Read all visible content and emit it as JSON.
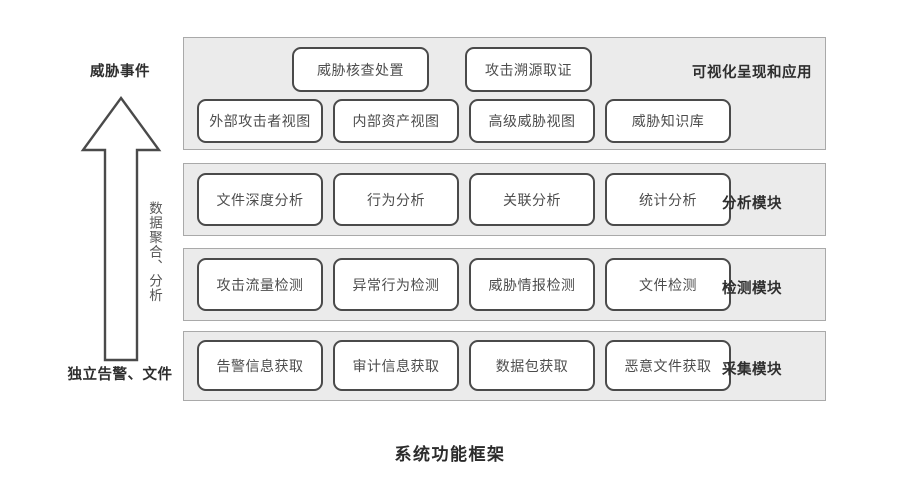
{
  "diagram": {
    "caption": "系统功能框架",
    "flow": {
      "top_label": "威胁事件",
      "bottom_label": "独立告警、文件",
      "arrow_text": "数据聚合、分析",
      "arrow_direction": "up"
    },
    "colors": {
      "band_background": "#ebebeb",
      "band_border": "#a9a9a9",
      "node_border": "#4a4a4a",
      "node_background": "#ffffff",
      "node_text": "#4d4d4d",
      "label_text": "#2e2e2e",
      "page_background": "#ffffff"
    },
    "layers": [
      {
        "id": "visualization",
        "module_label": "可视化呈现和应用",
        "top_nodes": [
          {
            "label": "威胁核查处置"
          },
          {
            "label": "攻击溯源取证"
          }
        ],
        "nodes": [
          {
            "label": "外部攻击者视图"
          },
          {
            "label": "内部资产视图"
          },
          {
            "label": "高级威胁视图"
          },
          {
            "label": "威胁知识库"
          }
        ]
      },
      {
        "id": "analysis",
        "module_label": "分析模块",
        "nodes": [
          {
            "label": "文件深度分析"
          },
          {
            "label": "行为分析"
          },
          {
            "label": "关联分析"
          },
          {
            "label": "统计分析"
          }
        ]
      },
      {
        "id": "detection",
        "module_label": "检测模块",
        "nodes": [
          {
            "label": "攻击流量检测"
          },
          {
            "label": "异常行为检测"
          },
          {
            "label": "威胁情报检测"
          },
          {
            "label": "文件检测"
          }
        ]
      },
      {
        "id": "collection",
        "module_label": "采集模块",
        "nodes": [
          {
            "label": "告警信息获取"
          },
          {
            "label": "审计信息获取"
          },
          {
            "label": "数据包获取"
          },
          {
            "label": "恶意文件获取"
          }
        ]
      }
    ]
  }
}
